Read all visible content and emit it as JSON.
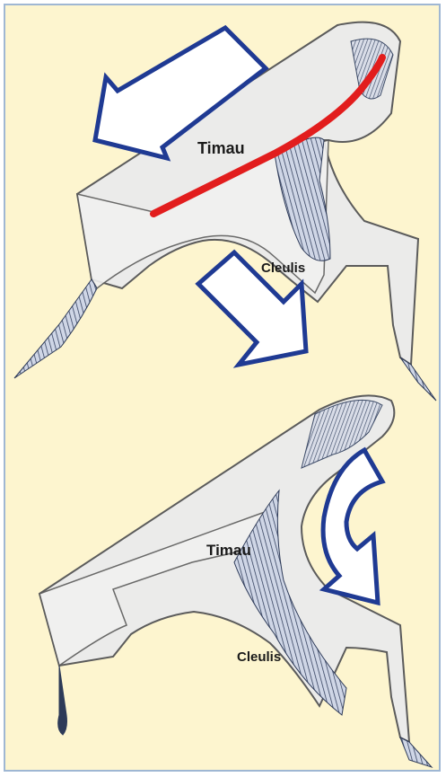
{
  "labels": {
    "top_upper": "Timau",
    "top_lower": "Cleulis",
    "bottom_upper": "Timau",
    "bottom_lower": "Cleulis"
  },
  "colors": {
    "background": "#fdf5cf",
    "frame_border": "#9fb7d3",
    "block_fill": "#ebebea",
    "block_stroke": "#5b5b5b",
    "arrow_fill": "#ffffff",
    "arrow_stroke": "#1f3a93",
    "fault_line": "#e21d1d",
    "rock_hatch": "#3c4a66"
  }
}
